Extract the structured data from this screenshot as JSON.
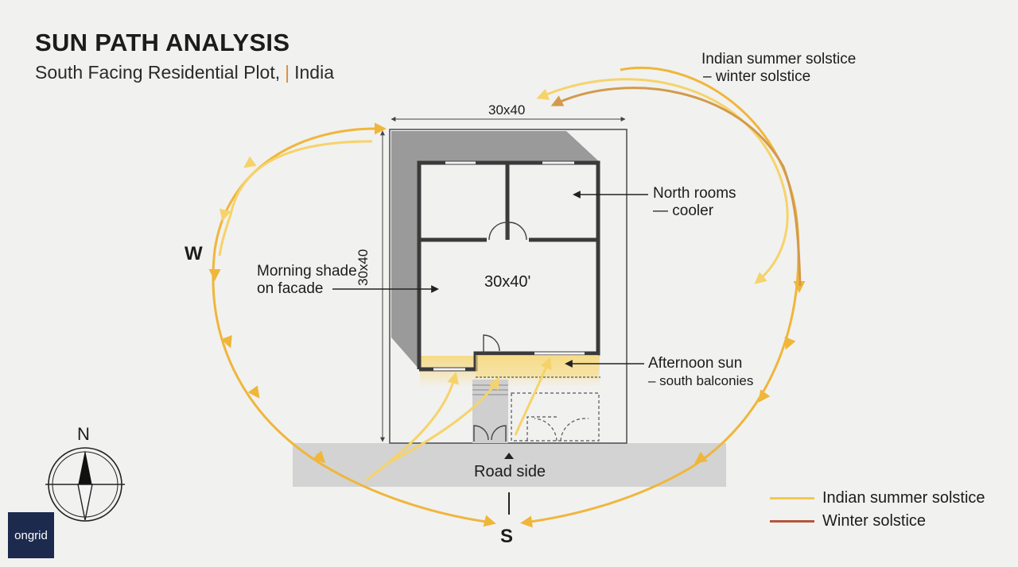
{
  "header": {
    "title": "SUN PATH ANALYSIS",
    "subtitle_left": "South Facing Residential Plot,",
    "subtitle_sep": "|",
    "subtitle_right": "India"
  },
  "plot": {
    "width_dim": "30x40",
    "height_dim": "30x40",
    "room_size": "30x40'",
    "road_label": "Road side"
  },
  "annotations": {
    "top_line1": "Indian summer solstice",
    "top_line2": "– winter solstice",
    "north_line1": "North rooms",
    "north_line2": "— cooler",
    "morning_line1": "Morning shade",
    "morning_line2": "on facade",
    "afternoon_line1": "Afternoon sun",
    "afternoon_line2": "– south balconies"
  },
  "directions": {
    "west": "W",
    "north": "N",
    "south": "S"
  },
  "legend": [
    {
      "label": "Indian summer solstice",
      "color": "#f2c94c"
    },
    {
      "label": "Winter solstice",
      "color": "#b5573c"
    }
  ],
  "colors": {
    "summer_path": "#f5c243",
    "winter_path": "#d39a4a",
    "shade": "#9a9a9a",
    "road": "#d3d3d3"
  },
  "logo": {
    "text": "ongrid"
  }
}
